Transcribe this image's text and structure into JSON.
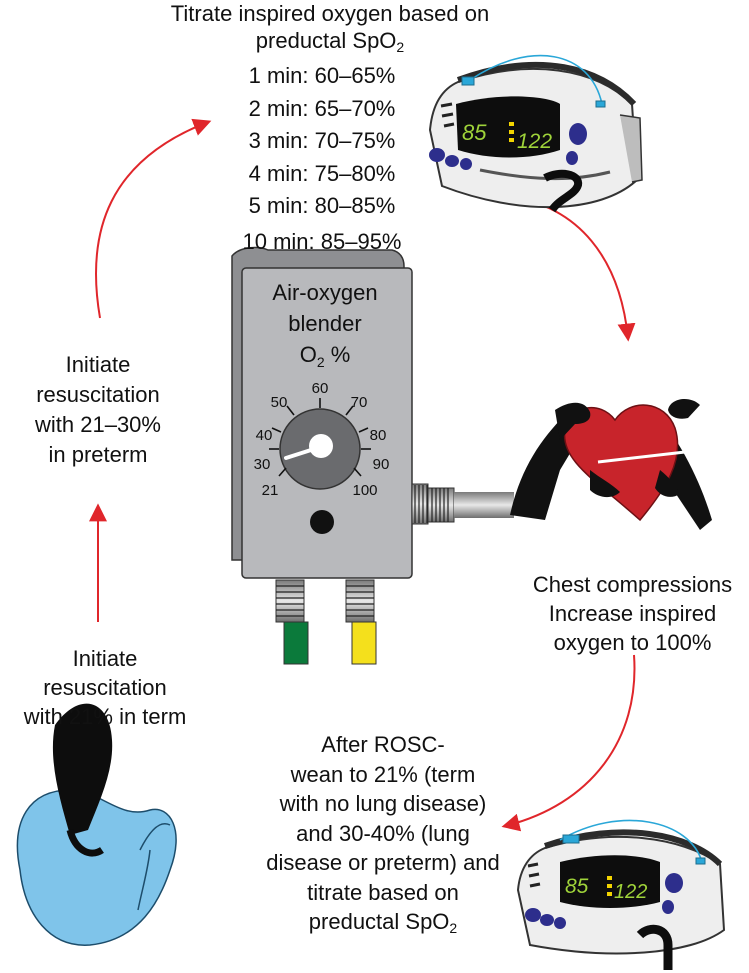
{
  "titrate": {
    "heading_line1": "Titrate inspired oxygen based on",
    "heading_line2": "preductal SpO",
    "heading_line2_sub": "2",
    "targets": [
      "1 min: 60–65%",
      "2 min: 65–70%",
      "3 min: 70–75%",
      "4 min: 75–80%",
      "5 min: 80–85%",
      "10 min: 85–95%"
    ]
  },
  "preterm": {
    "lines": [
      "Initiate",
      "resuscitation",
      "with 21–30%",
      "in preterm"
    ]
  },
  "term": {
    "lines": [
      "Initiate",
      "resuscitation",
      "with 21% in term"
    ]
  },
  "compressions": {
    "lines": [
      "Chest compressions",
      "Increase inspired",
      "oxygen to 100%"
    ]
  },
  "rosc": {
    "lines": [
      "After ROSC-",
      "wean to 21% (term",
      "with no lung disease)",
      "and 30-40% (lung",
      "disease or preterm) and",
      "titrate based on"
    ],
    "last_line": "preductal SpO",
    "last_line_sub": "2"
  },
  "blender": {
    "title_line1": "Air-oxygen",
    "title_line2": "blender",
    "title_line3": "O",
    "title_line3_sub": "2",
    "title_line3_suffix": " %",
    "dial_labels": [
      "21",
      "30",
      "40",
      "50",
      "60",
      "70",
      "80",
      "90",
      "100"
    ]
  },
  "monitor_top": {
    "spo2": "85",
    "pulse": "122"
  },
  "monitor_bottom": {
    "spo2": "85",
    "pulse": "122"
  },
  "colors": {
    "arrow": "#e0262b",
    "blender_body": "#b8b9bc",
    "blender_back": "#8e8f92",
    "baby": "#7fc4ea",
    "heart": "#c8242b",
    "display_green": "#9fd33a",
    "display_yellow": "#f3d400",
    "connector_green": "#0b7a3b",
    "connector_yellow": "#f4e01c"
  }
}
